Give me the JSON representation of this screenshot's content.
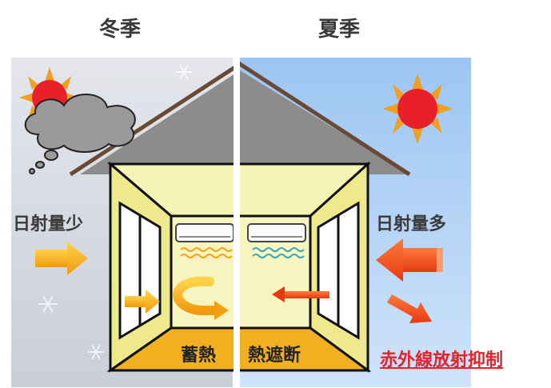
{
  "labels": {
    "winter": "冬季",
    "summer": "夏季",
    "winter_sun": "日射量少",
    "summer_sun": "日射量多",
    "heat_storage": "蓄熱",
    "heat_shield": "熱遮断",
    "ir_suppression": "赤外線放射抑制"
  },
  "colors": {
    "winter_bg": "#dde1e8",
    "summer_bg": "#8fbdf0",
    "wall": "#f3efa0",
    "floor": "#f0b020",
    "roof": "#8c8c8c",
    "outline": "#6b4a35",
    "sun": "#e8202a",
    "sun_ray": "#f0a020",
    "arrow_orange": "#f0a818",
    "arrow_red": "#f05020",
    "ir_text": "#e8202a"
  },
  "icons": [
    "sun-icon",
    "cloud-icon",
    "air-conditioner-icon",
    "arrow-icon"
  ]
}
